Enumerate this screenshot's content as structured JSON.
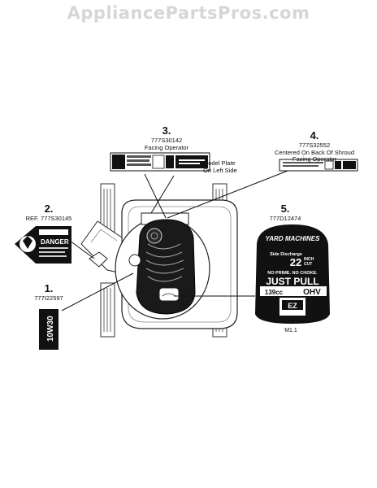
{
  "watermark": "AppliancePartsPros.com",
  "callouts": {
    "c1": {
      "number": "1.",
      "part": "777I22597"
    },
    "c2": {
      "number": "2.",
      "part": "REF. 777S30145"
    },
    "c3": {
      "number": "3.",
      "part": "777S30142",
      "desc": "Facing Operator"
    },
    "c4": {
      "number": "4.",
      "part": "777S32552",
      "desc1": "Centered On Back Of Shroud",
      "desc2": "Facing Operator"
    },
    "c5": {
      "number": "5.",
      "part": "777D12474"
    }
  },
  "model_plate": {
    "line1": "Model Plate",
    "line2": "On Left Side"
  },
  "oil_label": "10W30",
  "danger_label": "DANGER",
  "shroud_decal": {
    "brand": "YARD MACHINES",
    "discharge": "Side Discharge",
    "deck_size": "22",
    "deck_unit_1": "INCH",
    "deck_unit_2": "CUT",
    "tagline": "NO PRIME. NO CHOKE.",
    "headline": "JUST PULL",
    "displacement": "139cc",
    "engine": "OHV",
    "badge": "EZ",
    "caption": "M1.1"
  }
}
